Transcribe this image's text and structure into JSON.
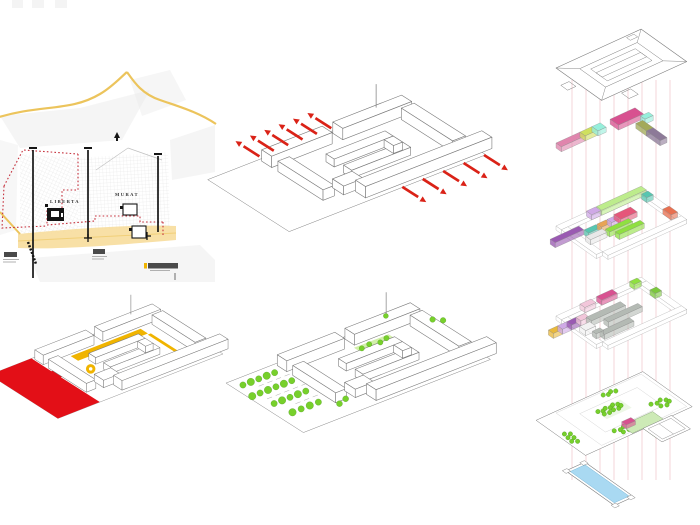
{
  "page": {
    "background": "#ffffff"
  },
  "map": {
    "districts": [
      {
        "label": "LIBERTA"
      },
      {
        "label": "MURAT"
      }
    ],
    "legend_marker_count": 3,
    "street_axis_count": 3,
    "boundary_style": "red-dotted"
  },
  "dispersion_diagram": {
    "left_arrow_count": 6,
    "right_arrow_count": 5
  },
  "uses_diagram": {
    "highlight_areas": [
      "plaza-red",
      "courtyard-yellow"
    ]
  },
  "vegetation_diagram": {
    "plaza_tree_count": 22,
    "courtyard_tree_count": 4,
    "roof_tree_count": 1,
    "street_tree_count": 2
  },
  "exploded_diagram": {
    "layer_count": 7,
    "connector_line_count": 8,
    "site_tree_count": 34
  },
  "palette": {
    "red": "#da2217",
    "red2": "#e30f17",
    "yellow": "#f0b400",
    "mapband": "#f7db96",
    "maproad": "#ecc45c",
    "dotted": "#c5303c",
    "black": "#151515",
    "tree": "#77d02b",
    "treedark": "#4e9a20",
    "lightgreen": "#bdec8c",
    "brightgreen": "#8fe040",
    "green": "#7cc83c",
    "patchgreen": "#cdeea0",
    "cyan": "#96efdb",
    "teal": "#57c6b0",
    "magenta": "#d85190",
    "pink": "#e085ad",
    "lightpink": "#f2c6da",
    "crimson": "#e5567a",
    "redorange": "#e87050",
    "purple": "#9a5ab2",
    "lavender": "#cfa9e6",
    "purplegray": "#8d7a98",
    "olive": "#a3aa5a",
    "yellowgreen": "#cfe05e",
    "orange": "#e8a455",
    "gold": "#e9b93c",
    "roofgray": "#b4bab4",
    "blue": "#a9d9f2",
    "blueedge": "#7ab8d8",
    "wire": "#7a7a7a",
    "fabric": "#ececec",
    "grid": "#dcdcdc",
    "legend": "#4a4a4a",
    "benchgray": "#9a9a9a"
  }
}
